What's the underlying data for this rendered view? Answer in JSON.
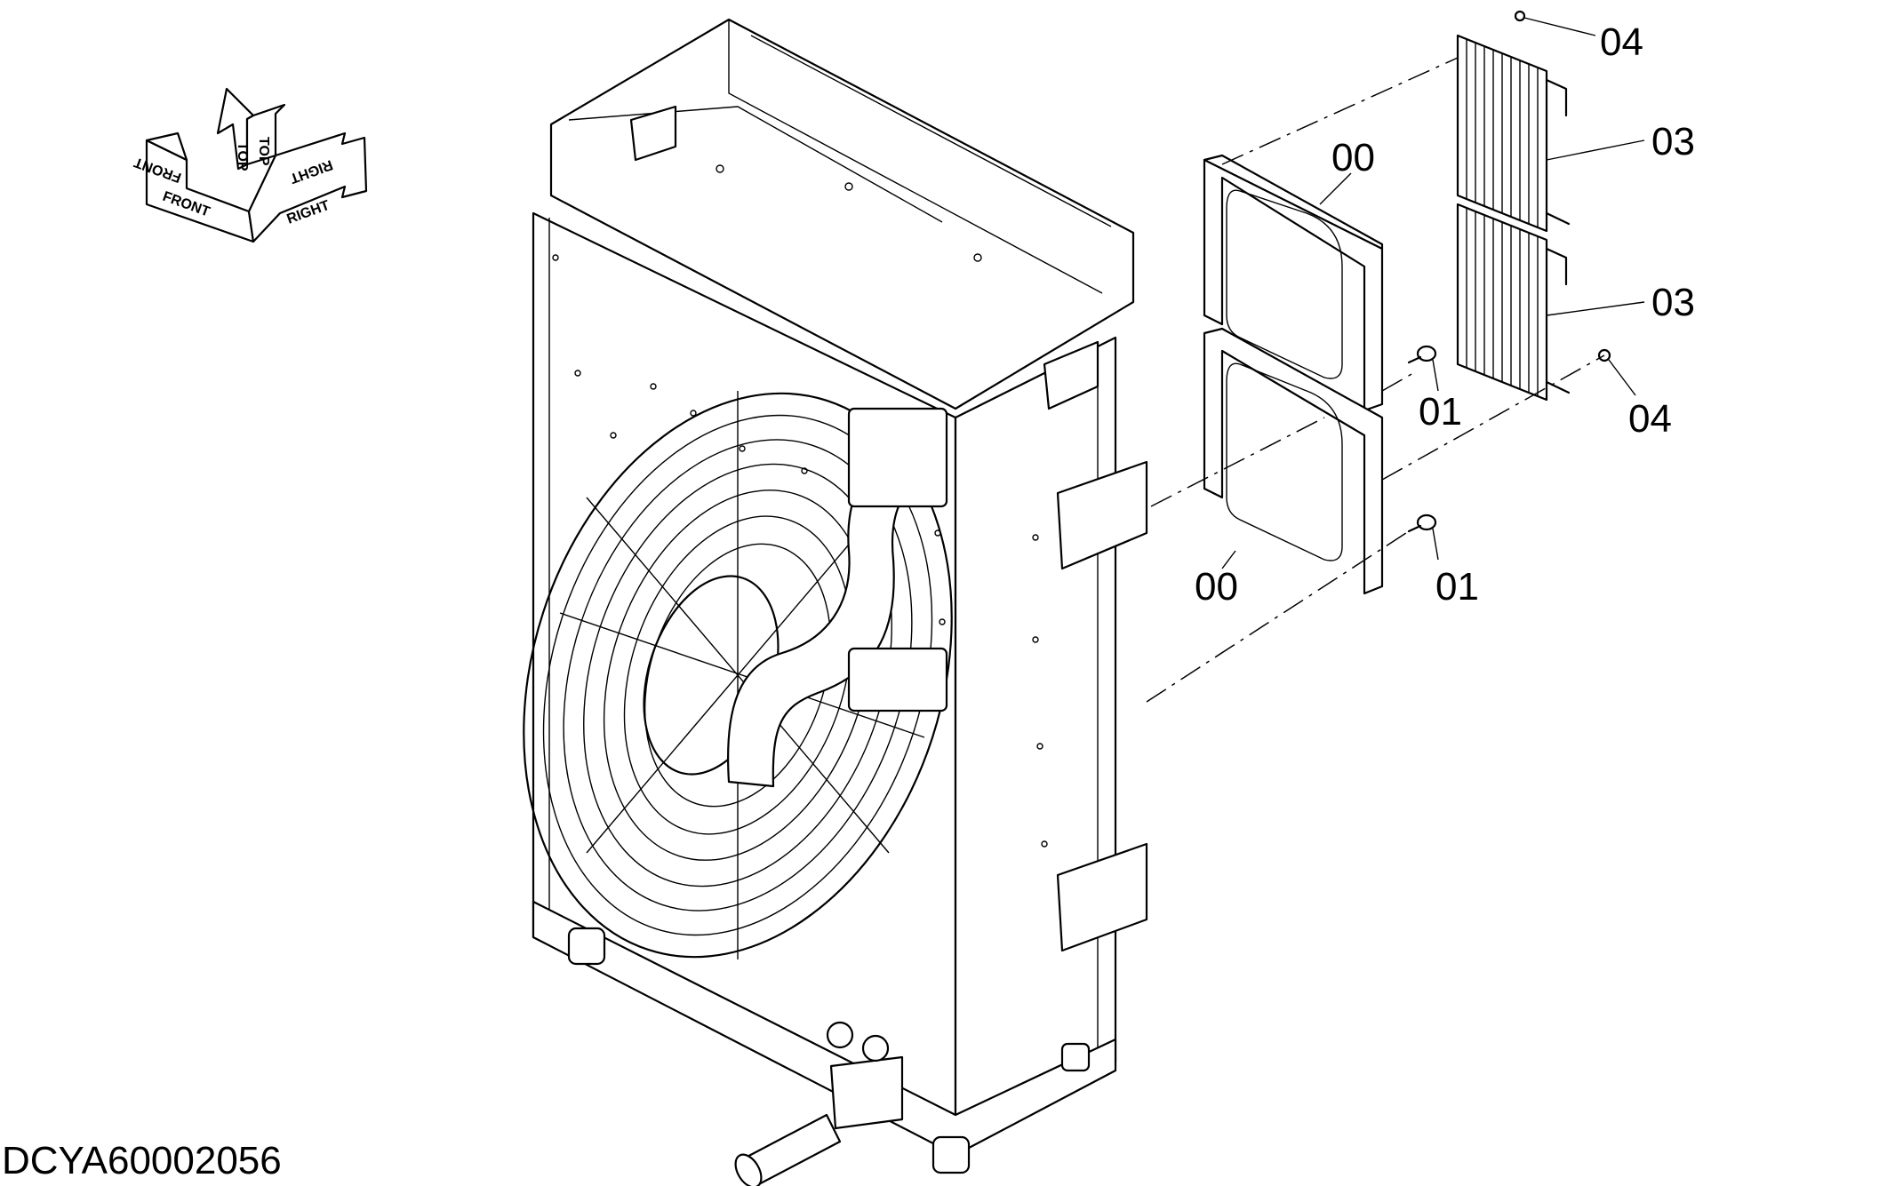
{
  "diagram": {
    "document_id": "DCYA60002056",
    "orientation": {
      "top_label": "TOP",
      "front_label": "FRONT",
      "right_label": "RIGHT"
    },
    "callouts": [
      {
        "id": "c-04-top",
        "label": "04"
      },
      {
        "id": "c-00-top",
        "label": "00"
      },
      {
        "id": "c-03-top",
        "label": "03"
      },
      {
        "id": "c-03-bottom",
        "label": "03"
      },
      {
        "id": "c-01-top",
        "label": "01"
      },
      {
        "id": "c-04-bottom",
        "label": "04"
      },
      {
        "id": "c-00-bottom",
        "label": "00"
      },
      {
        "id": "c-01-bottom",
        "label": "01"
      }
    ]
  }
}
